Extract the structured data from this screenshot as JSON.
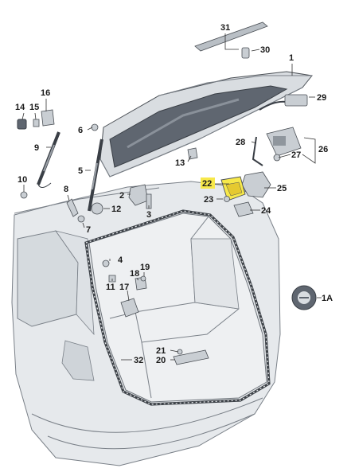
{
  "labels": {
    "p1": "1",
    "p1a": "1A",
    "p2": "2",
    "p3": "3",
    "p4": "4",
    "p5": "5",
    "p6": "6",
    "p7": "7",
    "p8": "8",
    "p9": "9",
    "p10": "10",
    "p11": "11",
    "p12": "12",
    "p13": "13",
    "p14": "14",
    "p15": "15",
    "p16": "16",
    "p17": "17",
    "p18": "18",
    "p19": "19",
    "p20": "20",
    "p21": "21",
    "p22": "22",
    "p23": "23",
    "p24": "24",
    "p25": "25",
    "p26": "26",
    "p27": "27",
    "p28": "28",
    "p29": "29",
    "p30": "30",
    "p31": "31",
    "p32": "32"
  },
  "highlight_color": "#f7e84a"
}
